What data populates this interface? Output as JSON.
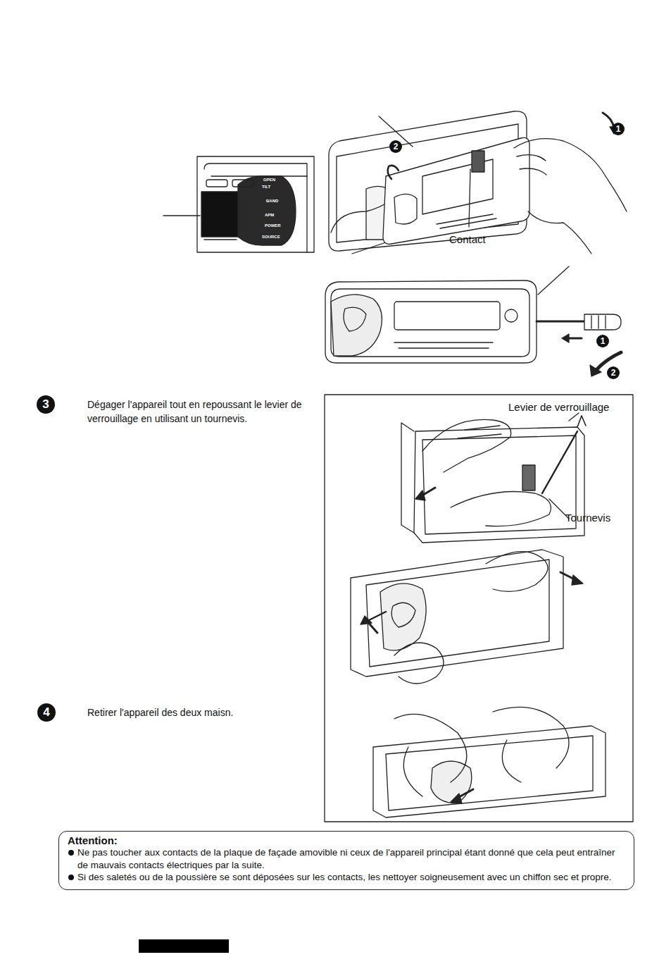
{
  "diagram": {
    "nodes": [
      {
        "text": [
          "Attention:",
          "Ne pas toucher aux contacts de la plaque de façade amovible ni ceux de l'appareil principal étant donné que cela peut entraîner de mauvais contacts électriques par la suite.",
          "Si des saletés ou de la poussière se sont déposées sur les contacts, les nettoyer soigneusement avec un chiffon sec et propre."
        ]
      }
    ],
    "labels": [
      "1",
      "2",
      "Contact",
      "OPEN",
      "TILT",
      "BAND",
      "APM",
      "POWER",
      "SOURCE",
      "1",
      "2",
      "3",
      "Dégager l'appareil tout en repoussant le levier de verrouillage en utilisant un tournevis.",
      "Levier de verrouillage",
      "Tournevis",
      "4",
      "Retirer l'appareil des deux maisn."
    ]
  }
}
